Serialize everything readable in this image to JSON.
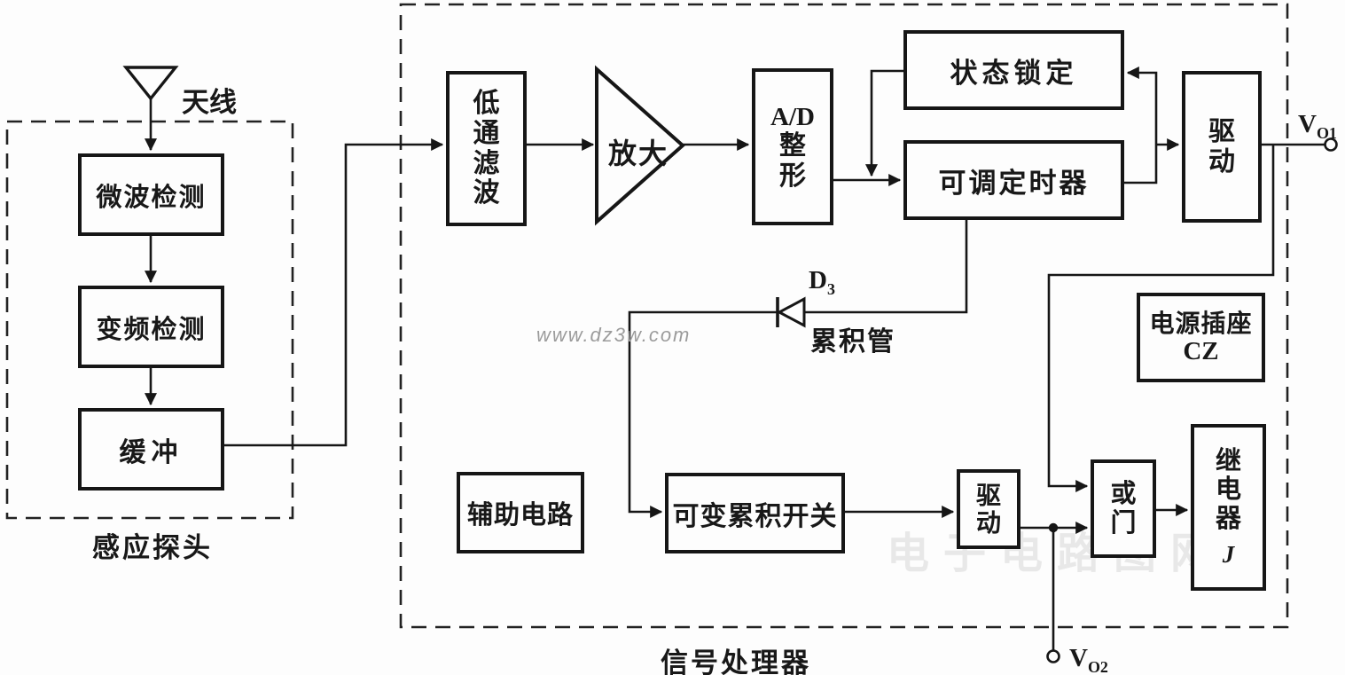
{
  "watermark": "www.dz3w.com",
  "faint_watermark": "电子电路图网",
  "antenna_label": "天线",
  "sensor": {
    "label": "感应探头",
    "microwave": "微波检测",
    "freq": "变频检测",
    "buffer": "缓冲"
  },
  "processor": {
    "label": "信号处理器",
    "lpf": [
      "低",
      "通",
      "滤",
      "波"
    ],
    "amp": "放大",
    "ad": [
      "A/D",
      "整",
      "形"
    ],
    "latch": "状态锁定",
    "timer": "可调定时器",
    "drive_top": [
      "驱",
      "动"
    ],
    "power_socket": [
      "电源插座",
      "CZ"
    ],
    "aux": "辅助电路",
    "acc_switch": "可变累积开关",
    "drive_bottom": [
      "驱",
      "动"
    ],
    "or_gate": [
      "或",
      "门"
    ],
    "relay": [
      "继",
      "电",
      "器",
      "J"
    ],
    "diode": {
      "ref": "D",
      "ref_sub": "3",
      "label": "累积管"
    }
  },
  "outputs": {
    "vo1": {
      "base": "V",
      "sub": "O1"
    },
    "vo2": {
      "base": "V",
      "sub": "O2"
    }
  }
}
